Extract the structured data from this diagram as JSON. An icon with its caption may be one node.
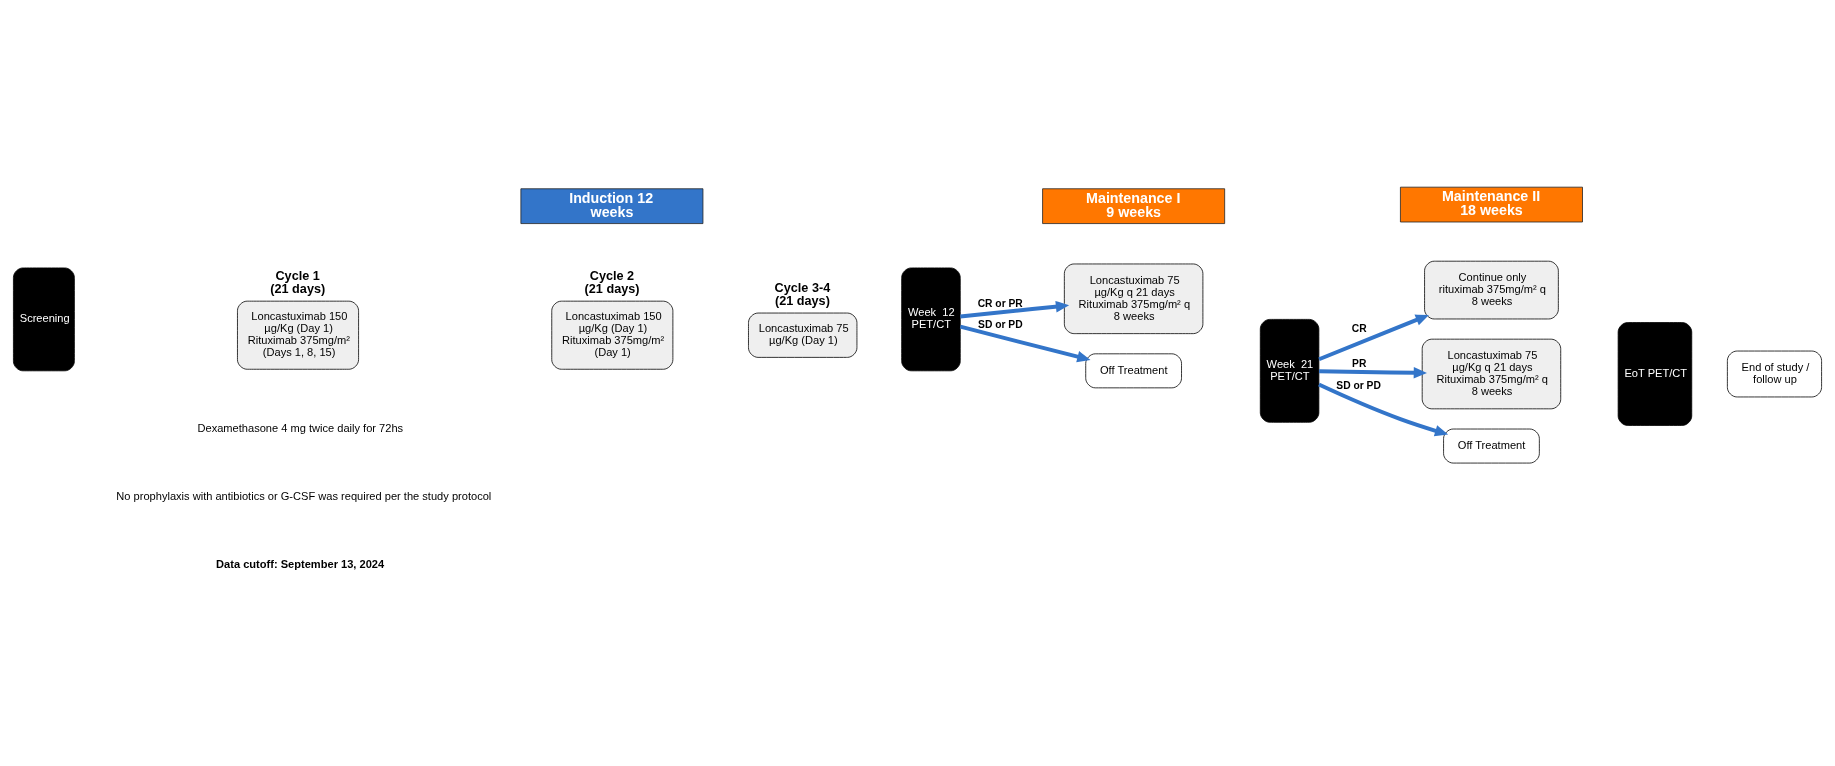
{
  "diagram": {
    "nodes": [
      {
        "text": [
          "Induction 12 weeks"
        ]
      },
      {
        "text": [
          "Maintenance I 9 weeks"
        ]
      },
      {
        "text": [
          "Maintenance II 18 weeks"
        ]
      },
      {
        "text": [
          "Screening"
        ]
      },
      {
        "text": [
          "Cycle 1 (21 days)",
          "Loncastuximab 150 µg/Kg (Day 1) Rituximab 375mg/m² (Days 1, 8, 15)"
        ]
      },
      {
        "text": [
          "Cycle 2 (21 days)",
          "Loncastuximab 150 µg/Kg (Day 1) Rituximab 375mg/m² (Day 1)"
        ]
      },
      {
        "text": [
          "Cycle 3-4 (21 days)",
          "Loncastuximab 75 µg/Kg (Day 1)"
        ]
      },
      {
        "text": [
          "Week  12 PET/CT"
        ]
      },
      {
        "text": [
          "Loncastuximab 75 µg/Kg q 21 days Rituximab 375mg/m² q 8 weeks"
        ]
      },
      {
        "text": [
          "Off Treatment"
        ]
      },
      {
        "text": [
          "Week  21 PET/CT"
        ]
      },
      {
        "text": [
          "Continue only rituximab 375mg/m² q 8 weeks"
        ]
      },
      {
        "text": [
          "Loncastuximab 75 µg/Kg q 21 days Rituximab 375mg/m² q 8 weeks"
        ]
      },
      {
        "text": [
          "Off Treatment"
        ]
      },
      {
        "text": [
          "EoT PET/CT"
        ]
      },
      {
        "text": [
          "End of study / follow up"
        ]
      }
    ],
    "edges": [
      {
        "from": 7,
        "to": 8,
        "arrow": "to",
        "label": "CR or PR"
      },
      {
        "from": 7,
        "to": 9,
        "arrow": "to",
        "label": "SD or PD"
      },
      {
        "from": 10,
        "to": 11,
        "arrow": "to",
        "label": "CR"
      },
      {
        "from": 10,
        "to": 12,
        "arrow": "to",
        "label": "PR"
      },
      {
        "from": 10,
        "to": 13,
        "arrow": "to",
        "label": "SD or PD"
      }
    ],
    "labels": [
      "Dexamethasone 4 mg twice daily for 72hs",
      "No prophylaxis with antibiotics or G-CSF was required per the study protocol",
      "Data cutoff: September 13, 2024"
    ]
  }
}
